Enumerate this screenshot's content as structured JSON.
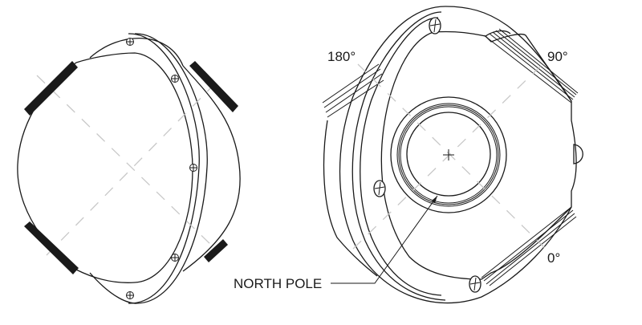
{
  "figure": {
    "left_view": {
      "name": "side view of dome housing",
      "screws": 5,
      "mount_pads": 4
    },
    "right_view": {
      "name": "front view of dome housing with rails",
      "labels": {
        "angle_180": "180°",
        "angle_90": "90°",
        "angle_0": "0°",
        "north_pole": "NORTH POLE"
      }
    },
    "colors": {
      "line": "#1a1a1a",
      "guide_dash": "#c8c8c8",
      "background": "#ffffff"
    }
  }
}
